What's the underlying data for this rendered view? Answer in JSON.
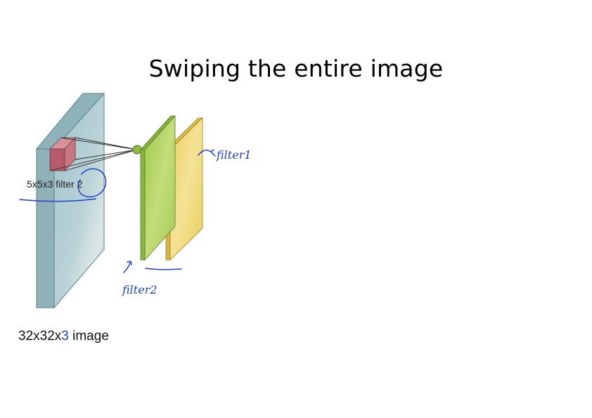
{
  "slide": {
    "title": "Swiping the entire image"
  },
  "diagram": {
    "filter_caption": "5x5x3 filter 2",
    "image_caption_prefix": "32x32x",
    "image_caption_depth": "3",
    "image_caption_suffix": " image",
    "handwritten_note_top": "filter1",
    "handwritten_note_bottom": "filter2",
    "colors": {
      "input_volume_front": "#a9c7cf",
      "input_volume_side": "#7fa3ab",
      "filter_cube": "#c2707e",
      "activation_map_1": "#a9cf54",
      "activation_map_2": "#ecd56a",
      "neuron_dot": "#8dbb45",
      "annotation_ink": "#1f3fcf"
    }
  }
}
